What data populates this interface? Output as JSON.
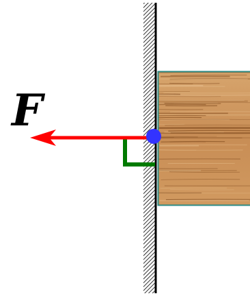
{
  "diagram": {
    "force_label": "F",
    "colors": {
      "force_arrow": "#ff0000",
      "contact_point": "#3333ff",
      "right_angle_marker": "#007a00",
      "wall_line": "#000000",
      "wall_hatch": "#000000",
      "block_border": "#2e8b84",
      "wood_base": "#c98f58",
      "wood_dark": "#8a5426",
      "wood_light": "#e2b784",
      "label_text": "#000000"
    },
    "icons": [
      "hatched-wall",
      "wooden-block",
      "force-arrow",
      "contact-point",
      "right-angle-marker"
    ]
  }
}
